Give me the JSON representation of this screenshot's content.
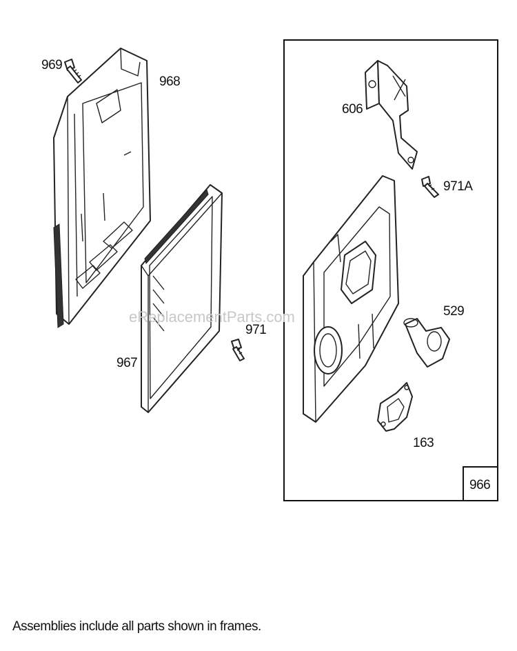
{
  "labels": {
    "p969": "969",
    "p968": "968",
    "p967": "967",
    "p971": "971",
    "p606": "606",
    "p971a": "971A",
    "p529": "529",
    "p163": "163",
    "p966": "966"
  },
  "watermark": "eReplacementParts.com",
  "caption": "Assemblies include all parts shown in frames."
}
